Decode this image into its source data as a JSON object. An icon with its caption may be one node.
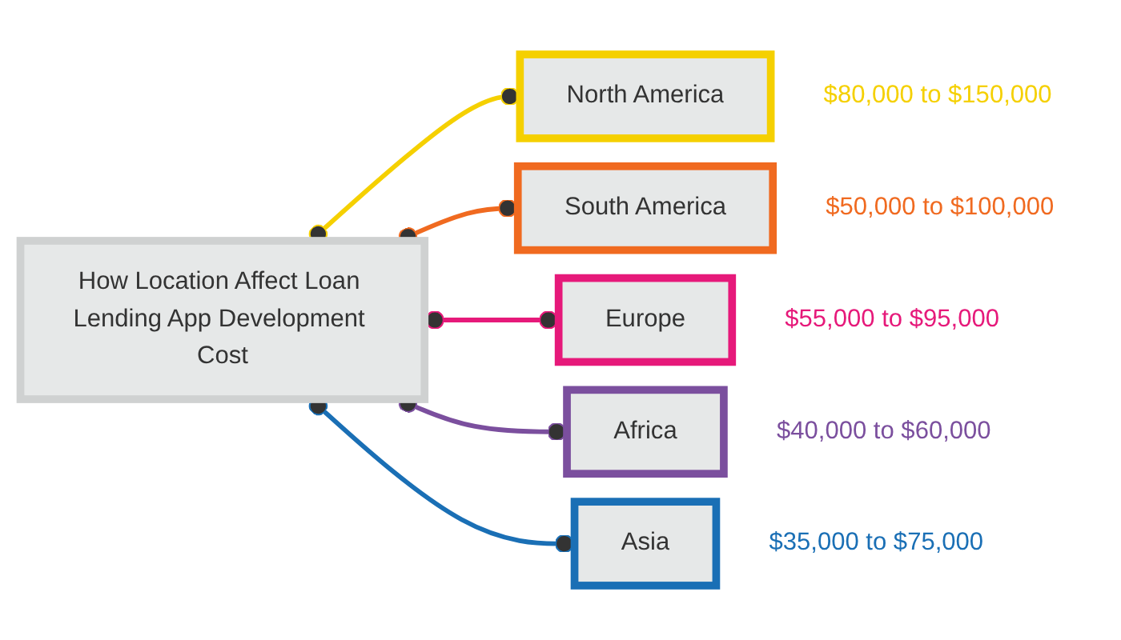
{
  "diagram": {
    "nodes": [
      {
        "text": [
          "How Location Affect Loan Lending App Development Cost"
        ]
      },
      {
        "text": [
          "North America"
        ],
        "beside": [
          "$80,000 to $150,000"
        ]
      },
      {
        "text": [
          "South America"
        ],
        "beside": [
          "$50,000 to $100,000"
        ]
      },
      {
        "text": [
          "Europe"
        ],
        "beside": [
          "$55,000 to $95,000"
        ]
      },
      {
        "text": [
          "Africa"
        ],
        "beside": [
          "$40,000 to $60,000"
        ]
      },
      {
        "text": [
          "Asia"
        ],
        "beside": [
          "$35,000 to $75,000"
        ]
      }
    ],
    "edges": [
      {
        "from": 0,
        "to": 1,
        "arrow": "other",
        "color": "#f5d000"
      },
      {
        "from": 0,
        "to": 2,
        "arrow": "other",
        "color": "#f06a20"
      },
      {
        "from": 0,
        "to": 3,
        "arrow": "other",
        "color": "#e6197a"
      },
      {
        "from": 0,
        "to": 4,
        "arrow": "other",
        "color": "#7b4f9e"
      },
      {
        "from": 0,
        "to": 5,
        "arrow": "other",
        "color": "#1a6fb5"
      }
    ]
  }
}
